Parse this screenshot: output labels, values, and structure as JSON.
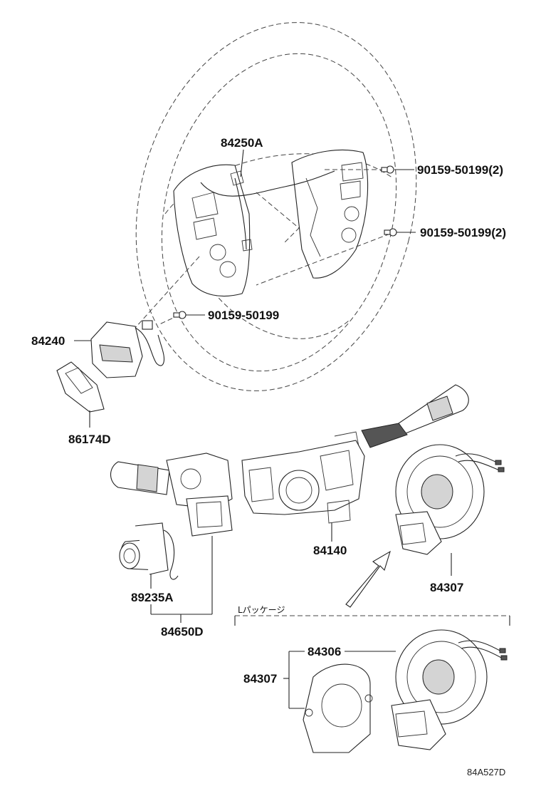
{
  "labels": {
    "p84250A": "84250A",
    "p90159_1": "90159-50199(2)",
    "p90159_2": "90159-50199(2)",
    "p90159_3": "90159-50199",
    "p84240": "84240",
    "p86174D": "86174D",
    "p84140": "84140",
    "p84307_a": "84307",
    "p89235A": "89235A",
    "p84650D": "84650D",
    "package": "Lパッケージ",
    "p84306": "84306",
    "p84307_b": "84307",
    "diagram_code": "84A527D"
  }
}
